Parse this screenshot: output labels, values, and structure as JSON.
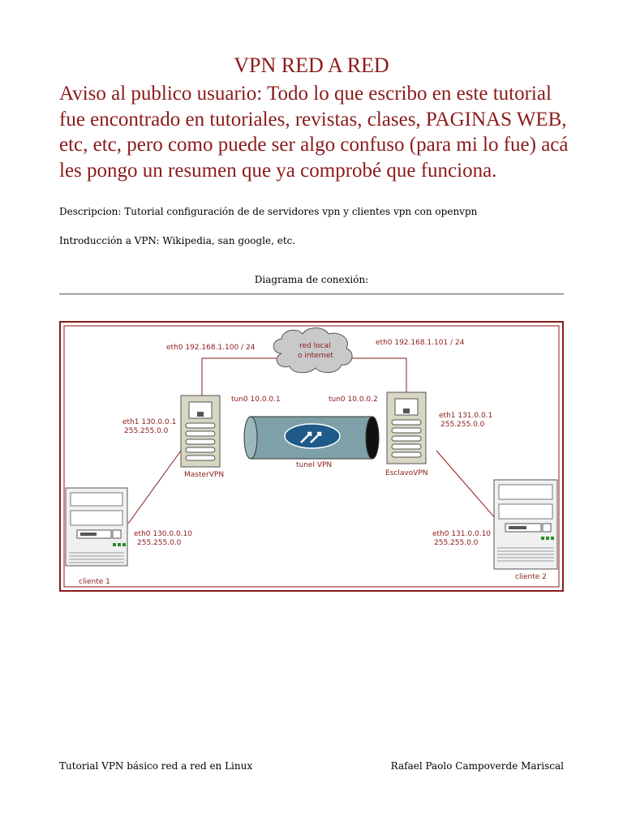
{
  "document": {
    "title": "VPN RED A RED",
    "notice": "Aviso al publico usuario: Todo lo que escribo en este tutorial fue encontrado en tutoriales, revistas, clases, PAGINAS WEB, etc, etc, pero como puede ser algo confuso (para mi lo fue) acá les pongo un resumen que ya comprobé que funciona.",
    "description": "Descripcion: Tutorial configuración de de servidores vpn y clientes vpn con openvpn",
    "intro": "Introducción a VPN: Wikipedia, san google, etc.",
    "diagram_caption": "Diagrama de conexión:"
  },
  "diagram": {
    "cloud_label_1": "red local",
    "cloud_label_2": "o internet",
    "master_eth0": "eth0 192.168.1.100 / 24",
    "slave_eth0": "eth0 192.168.1.101 / 24",
    "master_tun0": "tun0 10.0.0.1",
    "slave_tun0": "tun0 10.0.0.2",
    "master_eth1_ip": "eth1 130.0.0.1",
    "master_eth1_mask": "255.255.0.0",
    "slave_eth1_ip": "eth1 131.0.0.1",
    "slave_eth1_mask": "255.255.0.0",
    "master_name": "MasterVPN",
    "slave_name": "EsclavoVPN",
    "tunnel_label": "tunel VPN",
    "client1_eth0_ip": "eth0 130.0.0.10",
    "client1_eth0_mask": "255.255.0.0",
    "client2_eth0_ip": "eth0 131.0.0.10",
    "client2_eth0_mask": "255.255.0.0",
    "client1_name": "cliente 1",
    "client2_name": "cliente 2",
    "accent_color": "#8b1a1a",
    "tunnel_color": "#7ea0a8",
    "server_color": "#d8d6c4"
  },
  "footer": {
    "left": "Tutorial VPN básico red a red en Linux",
    "right": "Rafael Paolo Campoverde Mariscal"
  }
}
